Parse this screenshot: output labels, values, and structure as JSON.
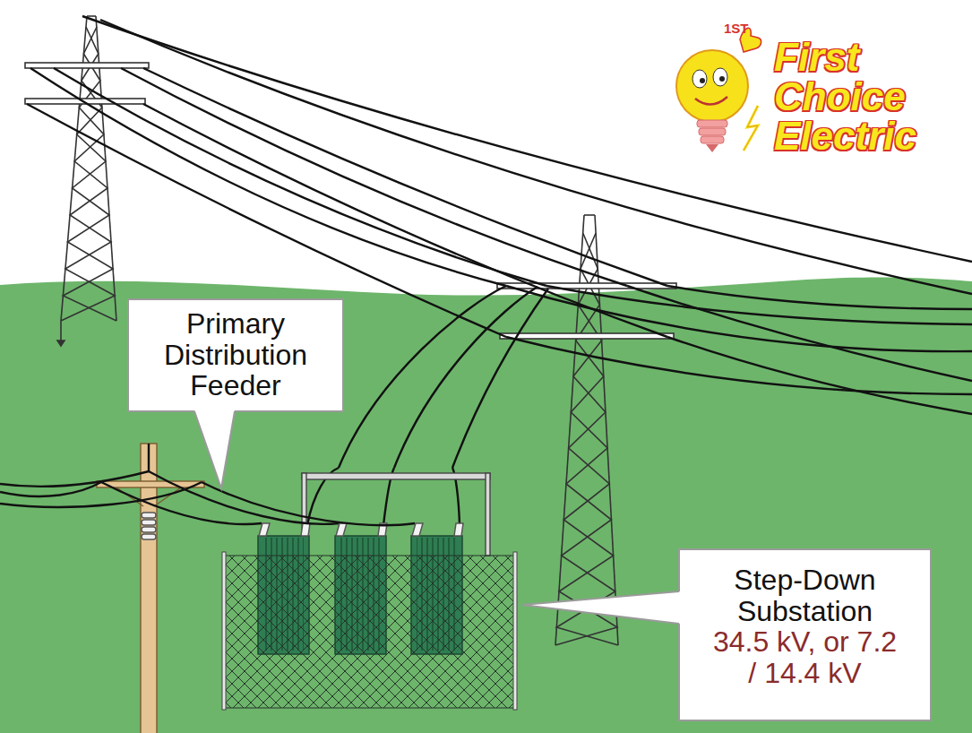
{
  "diagram": {
    "nodes": [
      {
        "text": [
          "Primary Distribution Feeder"
        ]
      },
      {
        "text": [
          "Step-Down Substation",
          "34.5 kV, or 7.2 / 14.4 kV"
        ]
      }
    ],
    "labels": [
      "1ST",
      "First Choice Electric"
    ]
  }
}
